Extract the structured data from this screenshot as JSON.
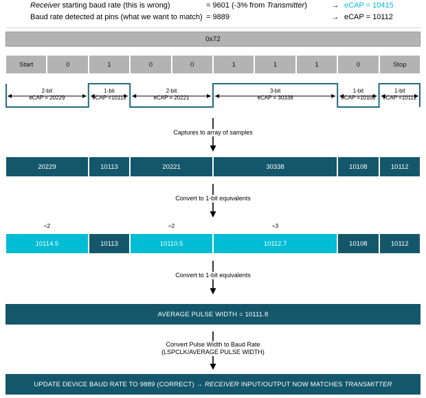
{
  "legend": {
    "rows": [
      {
        "desc_pre": "Receiver",
        "desc_post": " starting baud rate (this is wrong)",
        "value_pre": "= 9601 (-3% from ",
        "value_em": "Transmitter",
        "value_post": ")",
        "arrow": "→",
        "ecap": "eCAP = 10415",
        "ecap_color": "#00bcd4"
      },
      {
        "desc_pre": "",
        "desc_post": "Baud rate detected at pins (what we want to match)",
        "value_pre": "= 9889",
        "value_em": "",
        "value_post": "",
        "arrow": "→",
        "ecap": "eCAP = 10112",
        "ecap_color": "#000000"
      }
    ]
  },
  "byte": {
    "label": "0x72"
  },
  "bits": [
    {
      "label": "Start",
      "level": "low"
    },
    {
      "label": "0",
      "level": "low"
    },
    {
      "label": "1",
      "level": "high"
    },
    {
      "label": "0",
      "level": "low"
    },
    {
      "label": "0",
      "level": "low"
    },
    {
      "label": "1",
      "level": "high"
    },
    {
      "label": "1",
      "level": "high"
    },
    {
      "label": "1",
      "level": "high"
    },
    {
      "label": "0",
      "level": "low"
    },
    {
      "label": "Stop",
      "level": "high"
    }
  ],
  "pulses": [
    {
      "bits": 2,
      "width_label": "2-bit",
      "ecap_label": "eCAP = 20229"
    },
    {
      "bits": 1,
      "width_label": "1-bit",
      "ecap_label": "eCAP =10113"
    },
    {
      "bits": 2,
      "width_label": "2-bit",
      "ecap_label": "eCAP = 20221"
    },
    {
      "bits": 3,
      "width_label": "3-bit",
      "ecap_label": "eCAP = 30338"
    },
    {
      "bits": 1,
      "width_label": "1-bit",
      "ecap_label": "eCAP =10108"
    },
    {
      "bits": 1,
      "width_label": "1-bit",
      "ecap_label": "eCAP =10112"
    }
  ],
  "flow1": {
    "caption": "Captures to array of samples"
  },
  "samples": {
    "cells": [
      {
        "bits": 2,
        "value": "20229",
        "color": "teal"
      },
      {
        "bits": 1,
        "value": "10113",
        "color": "teal"
      },
      {
        "bits": 2,
        "value": "20221",
        "color": "teal"
      },
      {
        "bits": 3,
        "value": "30338",
        "color": "teal"
      },
      {
        "bits": 1,
        "value": "10108",
        "color": "teal"
      },
      {
        "bits": 1,
        "value": "10112",
        "color": "teal"
      }
    ]
  },
  "flow2": {
    "caption": "Convert to 1-bit equivalents"
  },
  "normalized": {
    "cells": [
      {
        "bits": 2,
        "value": "10114.5",
        "color": "cyan",
        "divisor": "÷2"
      },
      {
        "bits": 1,
        "value": "10113",
        "color": "teal",
        "divisor": ""
      },
      {
        "bits": 2,
        "value": "10110.5",
        "color": "cyan",
        "divisor": "÷2"
      },
      {
        "bits": 3,
        "value": "10112.7",
        "color": "cyan",
        "divisor": "÷3"
      },
      {
        "bits": 1,
        "value": "10108",
        "color": "teal",
        "divisor": ""
      },
      {
        "bits": 1,
        "value": "10112",
        "color": "teal",
        "divisor": ""
      }
    ]
  },
  "flow3": {
    "caption": "Convert to 1-bit equivalents"
  },
  "average": {
    "label": "AVERAGE PULSE WIDTH = 10111.8"
  },
  "flow4": {
    "caption_line1": "Convert Pulse Width to Baud Rate",
    "caption_line2": "(LSPCLK/AVERAGE PULSE WIDTH)"
  },
  "result": {
    "pre": "UPDATE DEVICE BAUD RATE TO 9889 (CORRECT) → ",
    "em1": "RECEIVER",
    "mid": " INPUT/OUTPUT NOW MATCHES ",
    "em2": "TRANSMITTER"
  },
  "colors": {
    "teal": "#14576b",
    "cyan": "#00bcd4",
    "gray": "#b3b3b3",
    "wave_stroke": "#1f6a80"
  }
}
